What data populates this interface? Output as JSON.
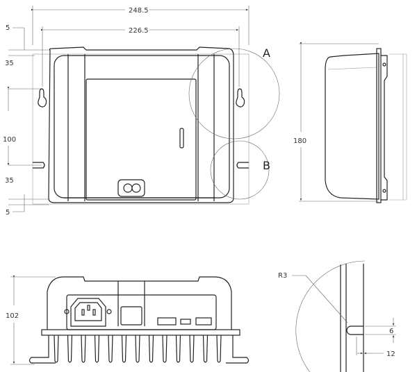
{
  "dimensions": {
    "overall_width": "248.5",
    "hole_spacing_width": "226.5",
    "top_offset": "5",
    "top_to_hole": "35",
    "hole_spacing_height": "100",
    "bottom_to_hole": "35",
    "bottom_offset": "5",
    "height_side": "180",
    "height_front": "102",
    "detail_radius": "R3",
    "slot_width": "6",
    "slot_depth": "12"
  },
  "detail_labels": {
    "a": "A",
    "b": "B"
  }
}
